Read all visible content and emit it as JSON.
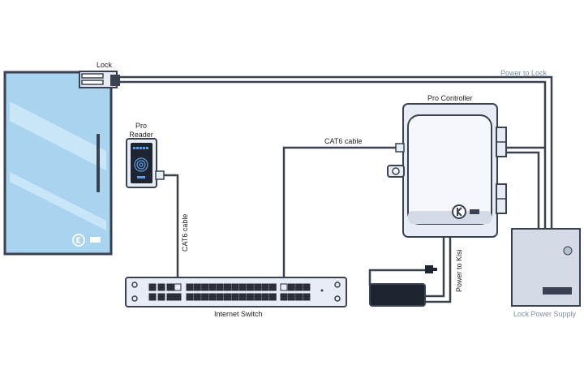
{
  "labels": {
    "lock": "Lock",
    "pro_reader": [
      "Pro",
      "Reader"
    ],
    "cat6_cable_reader": "CAT6 cable",
    "cat6_cable_controller": "CAT6 cable",
    "pro_controller": "Pro Controller",
    "power_to_lock": "Power to Lock",
    "power_to_kisi": "Power to Kisi",
    "internet_switch": "Internet Switch",
    "lock_power_supply": "Lock Power Supply"
  },
  "icons": {
    "door_logo": "kisi-logo-icon",
    "controller_logo": "kisi-logo-icon",
    "reader_rfid": "rfid-icon"
  },
  "colors": {
    "outline": "#3a4150",
    "glass": "#a8d4f0",
    "glass_light": "#c9e6f8",
    "device_fill": "#e8edf5",
    "device_light": "#f4f7fb",
    "power_supply_fill": "#d4dbe6",
    "accent_label": "#7d8fa4",
    "dark": "#1f2530",
    "port": "#2a2f38",
    "reader_led": "#5aa0e8"
  }
}
